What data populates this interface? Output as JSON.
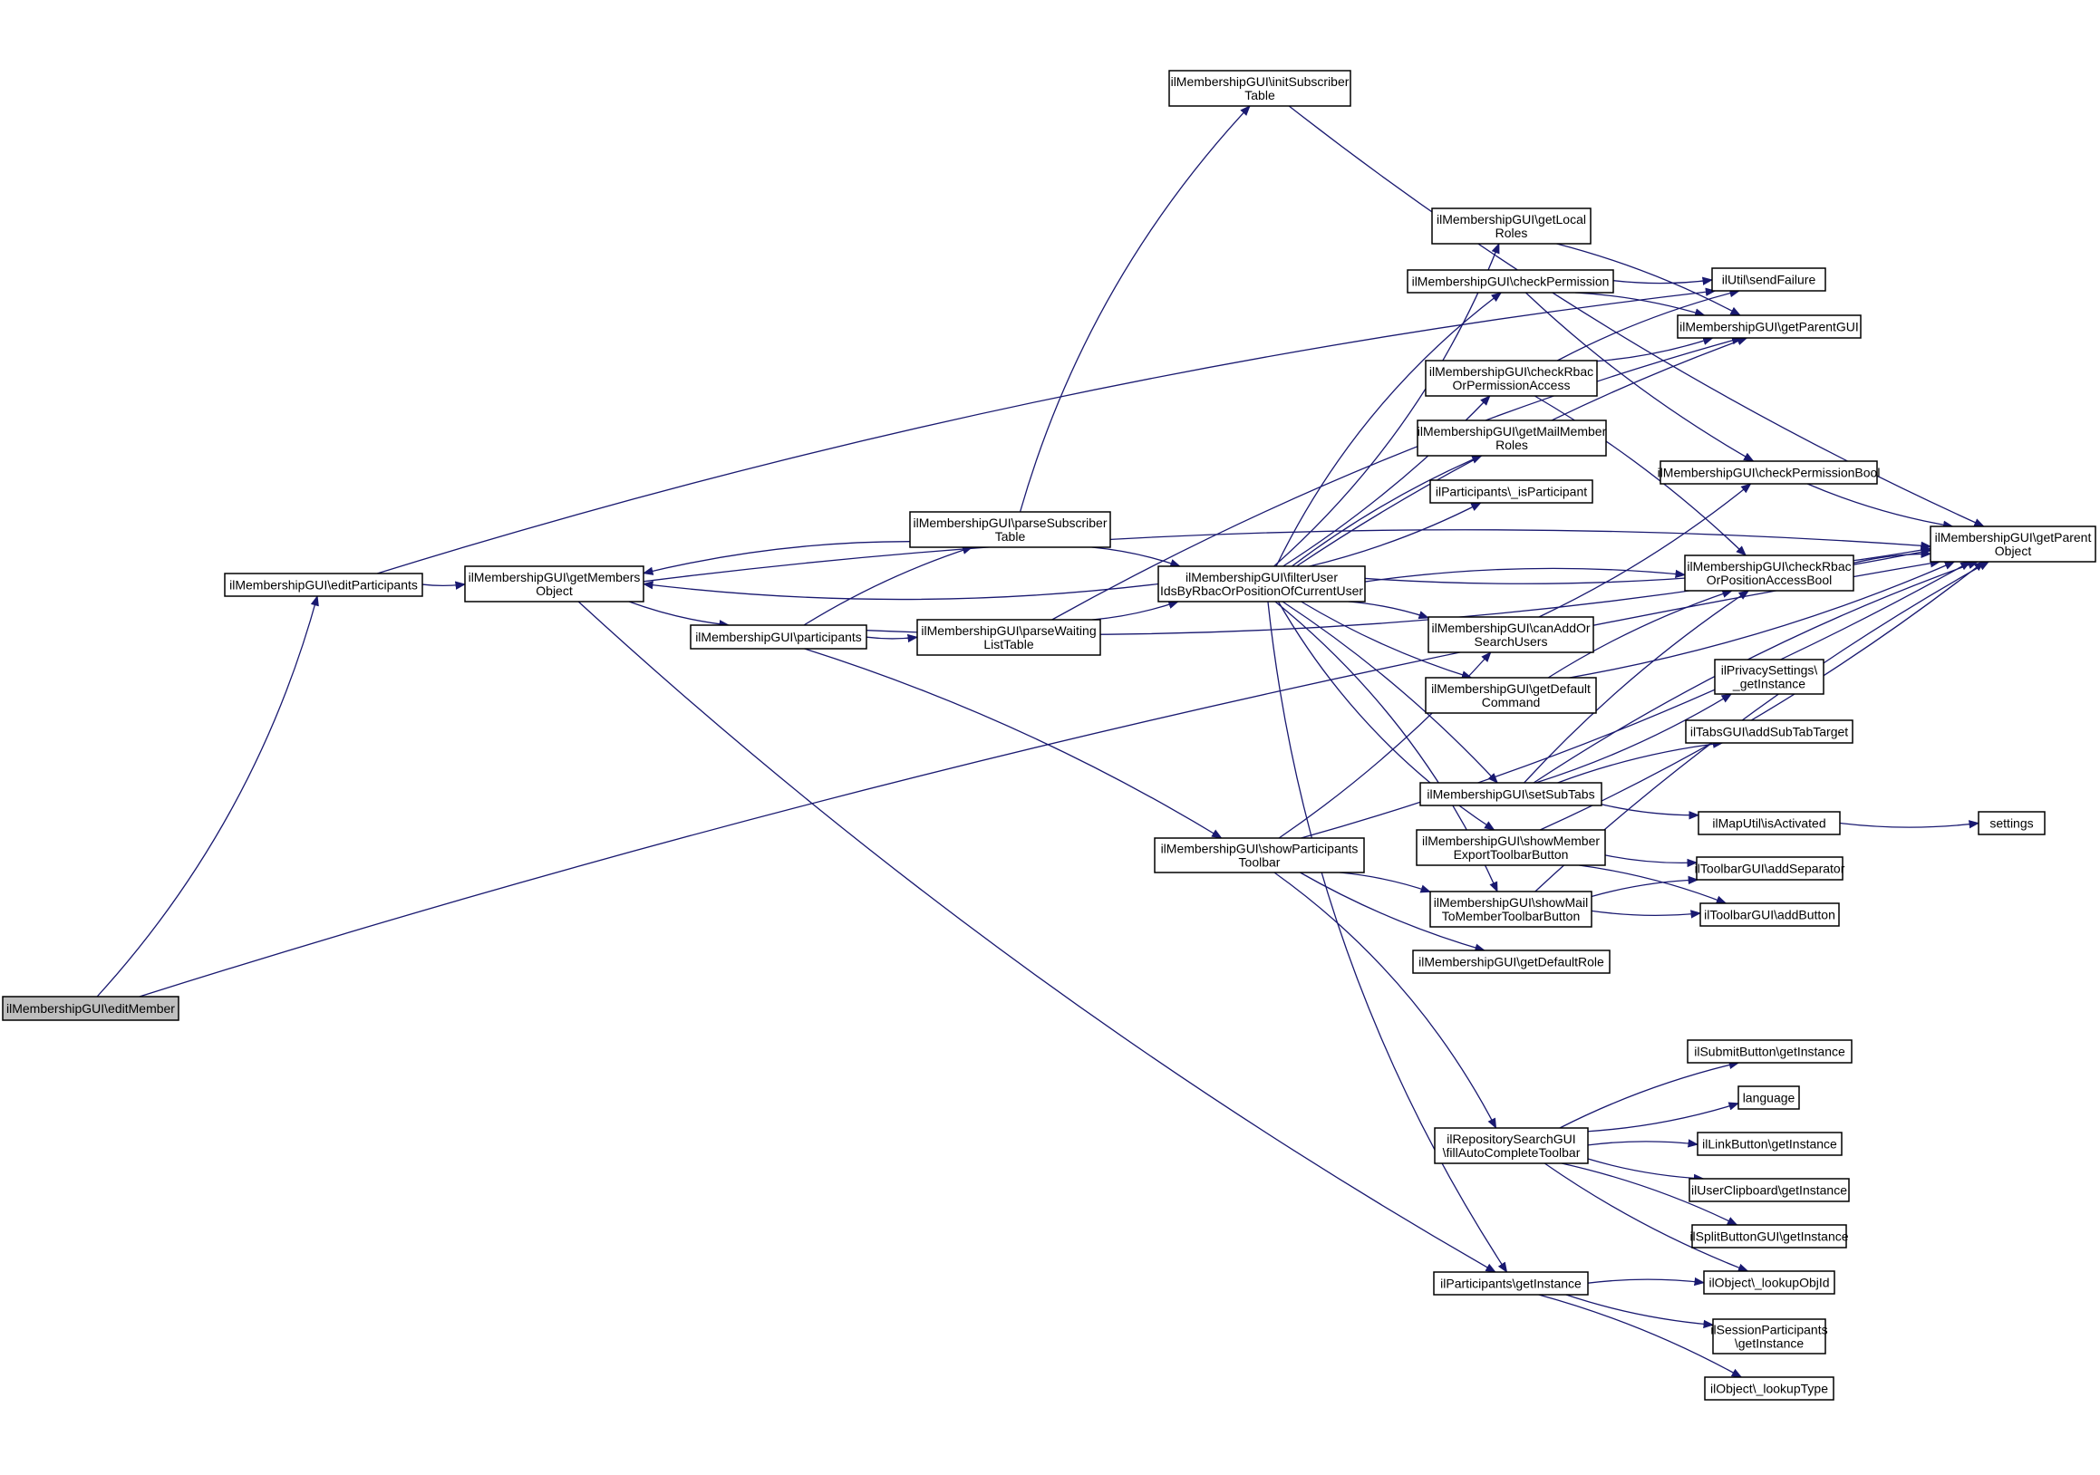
{
  "diagram": {
    "type": "call-graph",
    "nodes": [
      {
        "id": "editMember",
        "lines": [
          "ilMembershipGUI\\editMember"
        ],
        "root": true
      },
      {
        "id": "editParticipants",
        "lines": [
          "ilMembershipGUI\\editParticipants"
        ]
      },
      {
        "id": "getMembersObject",
        "lines": [
          "ilMembershipGUI\\getMembers",
          "Object"
        ]
      },
      {
        "id": "participants",
        "lines": [
          "ilMembershipGUI\\participants"
        ]
      },
      {
        "id": "parseSubscriberTable",
        "lines": [
          "ilMembershipGUI\\parseSubscriber",
          "Table"
        ]
      },
      {
        "id": "parseWaitingListTable",
        "lines": [
          "ilMembershipGUI\\parseWaiting",
          "ListTable"
        ]
      },
      {
        "id": "initSubscriberTable",
        "lines": [
          "ilMembershipGUI\\initSubscriber",
          "Table"
        ]
      },
      {
        "id": "filterUser",
        "lines": [
          "ilMembershipGUI\\filterUser",
          "IdsByRbacOrPositionOfCurrentUser"
        ]
      },
      {
        "id": "showParticipantsToolbar",
        "lines": [
          "ilMembershipGUI\\showParticipants",
          "Toolbar"
        ]
      },
      {
        "id": "getLocalRoles",
        "lines": [
          "ilMembershipGUI\\getLocal",
          "Roles"
        ]
      },
      {
        "id": "checkPermission",
        "lines": [
          "ilMembershipGUI\\checkPermission"
        ]
      },
      {
        "id": "checkRbacOrPermissionAccess",
        "lines": [
          "ilMembershipGUI\\checkRbac",
          "OrPermissionAccess"
        ]
      },
      {
        "id": "getMailMemberRoles",
        "lines": [
          "ilMembershipGUI\\getMailMember",
          "Roles"
        ]
      },
      {
        "id": "isParticipant",
        "lines": [
          "ilParticipants\\_isParticipant"
        ]
      },
      {
        "id": "canAddOrSearchUsers",
        "lines": [
          "ilMembershipGUI\\canAddOr",
          "SearchUsers"
        ]
      },
      {
        "id": "getDefaultCommand",
        "lines": [
          "ilMembershipGUI\\getDefault",
          "Command"
        ]
      },
      {
        "id": "setSubTabs",
        "lines": [
          "ilMembershipGUI\\setSubTabs"
        ]
      },
      {
        "id": "showMemberExportToolbarButton",
        "lines": [
          "ilMembershipGUI\\showMember",
          "ExportToolbarButton"
        ]
      },
      {
        "id": "showMailToMemberToolbarButton",
        "lines": [
          "ilMembershipGUI\\showMail",
          "ToMemberToolbarButton"
        ]
      },
      {
        "id": "getDefaultRole",
        "lines": [
          "ilMembershipGUI\\getDefaultRole"
        ]
      },
      {
        "id": "fillAutoCompleteToolbar",
        "lines": [
          "ilRepositorySearchGUI",
          "\\fillAutoCompleteToolbar"
        ]
      },
      {
        "id": "participantsGetInstance",
        "lines": [
          "ilParticipants\\getInstance"
        ]
      },
      {
        "id": "sendFailure",
        "lines": [
          "ilUtil\\sendFailure"
        ]
      },
      {
        "id": "getParentGUI",
        "lines": [
          "ilMembershipGUI\\getParentGUI"
        ]
      },
      {
        "id": "checkPermissionBool",
        "lines": [
          "ilMembershipGUI\\checkPermissionBool"
        ]
      },
      {
        "id": "checkRbacOrPositionAccessBool",
        "lines": [
          "ilMembershipGUI\\checkRbac",
          "OrPositionAccessBool"
        ]
      },
      {
        "id": "privacyGetInstance",
        "lines": [
          "ilPrivacySettings\\",
          "_getInstance"
        ]
      },
      {
        "id": "addSubTabTarget",
        "lines": [
          "ilTabsGUI\\addSubTabTarget"
        ]
      },
      {
        "id": "isActivated",
        "lines": [
          "ilMapUtil\\isActivated"
        ]
      },
      {
        "id": "addSeparator",
        "lines": [
          "ilToolbarGUI\\addSeparator"
        ]
      },
      {
        "id": "addButton",
        "lines": [
          "ilToolbarGUI\\addButton"
        ]
      },
      {
        "id": "submitButtonGetInstance",
        "lines": [
          "ilSubmitButton\\getInstance"
        ]
      },
      {
        "id": "language",
        "lines": [
          "language"
        ]
      },
      {
        "id": "linkButtonGetInstance",
        "lines": [
          "ilLinkButton\\getInstance"
        ]
      },
      {
        "id": "userClipboardGetInstance",
        "lines": [
          "ilUserClipboard\\getInstance"
        ]
      },
      {
        "id": "splitButtonGetInstance",
        "lines": [
          "ilSplitButtonGUI\\getInstance"
        ]
      },
      {
        "id": "lookupObjId",
        "lines": [
          "ilObject\\_lookupObjId"
        ]
      },
      {
        "id": "sessionParticipantsGetInstance",
        "lines": [
          "ilSessionParticipants",
          "\\getInstance"
        ]
      },
      {
        "id": "lookupType",
        "lines": [
          "ilObject\\_lookupType"
        ]
      },
      {
        "id": "getParentObject",
        "lines": [
          "ilMembershipGUI\\getParent",
          "Object"
        ]
      },
      {
        "id": "settings",
        "lines": [
          "settings"
        ]
      }
    ],
    "edges": [
      [
        "editMember",
        "editParticipants"
      ],
      [
        "editMember",
        "getParentObject"
      ],
      [
        "editParticipants",
        "getMembersObject"
      ],
      [
        "editParticipants",
        "sendFailure"
      ],
      [
        "getMembersObject",
        "participants"
      ],
      [
        "getMembersObject",
        "getParentObject"
      ],
      [
        "getMembersObject",
        "participantsGetInstance"
      ],
      [
        "participants",
        "parseSubscriberTable"
      ],
      [
        "participants",
        "parseWaitingListTable"
      ],
      [
        "participants",
        "showParticipantsToolbar"
      ],
      [
        "participants",
        "getParentObject"
      ],
      [
        "parseSubscriberTable",
        "initSubscriberTable"
      ],
      [
        "parseSubscriberTable",
        "getMembersObject"
      ],
      [
        "parseSubscriberTable",
        "filterUser"
      ],
      [
        "parseWaitingListTable",
        "filterUser"
      ],
      [
        "parseWaitingListTable",
        "getParentGUI"
      ],
      [
        "initSubscriberTable",
        "getParentObject"
      ],
      [
        "filterUser",
        "getMembersObject"
      ],
      [
        "filterUser",
        "getLocalRoles"
      ],
      [
        "filterUser",
        "checkPermission"
      ],
      [
        "filterUser",
        "checkRbacOrPermissionAccess"
      ],
      [
        "filterUser",
        "getMailMemberRoles"
      ],
      [
        "filterUser",
        "isParticipant"
      ],
      [
        "filterUser",
        "getParentGUI"
      ],
      [
        "filterUser",
        "getParentObject"
      ],
      [
        "filterUser",
        "canAddOrSearchUsers"
      ],
      [
        "filterUser",
        "getDefaultCommand"
      ],
      [
        "filterUser",
        "setSubTabs"
      ],
      [
        "filterUser",
        "showMemberExportToolbarButton"
      ],
      [
        "filterUser",
        "showMailToMemberToolbarButton"
      ],
      [
        "filterUser",
        "participantsGetInstance"
      ],
      [
        "filterUser",
        "checkRbacOrPositionAccessBool"
      ],
      [
        "showParticipantsToolbar",
        "canAddOrSearchUsers"
      ],
      [
        "showParticipantsToolbar",
        "showMailToMemberToolbarButton"
      ],
      [
        "showParticipantsToolbar",
        "getDefaultRole"
      ],
      [
        "showParticipantsToolbar",
        "fillAutoCompleteToolbar"
      ],
      [
        "showParticipantsToolbar",
        "getParentObject"
      ],
      [
        "getLocalRoles",
        "getParentGUI"
      ],
      [
        "checkPermission",
        "sendFailure"
      ],
      [
        "checkPermission",
        "getParentGUI"
      ],
      [
        "checkPermission",
        "checkPermissionBool"
      ],
      [
        "checkRbacOrPermissionAccess",
        "sendFailure"
      ],
      [
        "checkRbacOrPermissionAccess",
        "getParentGUI"
      ],
      [
        "checkRbacOrPermissionAccess",
        "checkRbacOrPositionAccessBool"
      ],
      [
        "canAddOrSearchUsers",
        "checkPermissionBool"
      ],
      [
        "getDefaultCommand",
        "checkRbacOrPositionAccessBool"
      ],
      [
        "getDefaultCommand",
        "getParentObject"
      ],
      [
        "setSubTabs",
        "checkRbacOrPositionAccessBool"
      ],
      [
        "setSubTabs",
        "privacyGetInstance"
      ],
      [
        "setSubTabs",
        "addSubTabTarget"
      ],
      [
        "setSubTabs",
        "isActivated"
      ],
      [
        "setSubTabs",
        "getParentObject"
      ],
      [
        "showMemberExportToolbarButton",
        "addSeparator"
      ],
      [
        "showMemberExportToolbarButton",
        "addButton"
      ],
      [
        "showMemberExportToolbarButton",
        "getParentObject"
      ],
      [
        "showMailToMemberToolbarButton",
        "addSeparator"
      ],
      [
        "showMailToMemberToolbarButton",
        "addButton"
      ],
      [
        "showMailToMemberToolbarButton",
        "getParentObject"
      ],
      [
        "checkPermissionBool",
        "getParentObject"
      ],
      [
        "checkRbacOrPositionAccessBool",
        "getParentObject"
      ],
      [
        "isActivated",
        "settings"
      ],
      [
        "fillAutoCompleteToolbar",
        "submitButtonGetInstance"
      ],
      [
        "fillAutoCompleteToolbar",
        "language"
      ],
      [
        "fillAutoCompleteToolbar",
        "linkButtonGetInstance"
      ],
      [
        "fillAutoCompleteToolbar",
        "userClipboardGetInstance"
      ],
      [
        "fillAutoCompleteToolbar",
        "splitButtonGetInstance"
      ],
      [
        "fillAutoCompleteToolbar",
        "lookupObjId"
      ],
      [
        "participantsGetInstance",
        "lookupObjId"
      ],
      [
        "participantsGetInstance",
        "sessionParticipantsGetInstance"
      ],
      [
        "participantsGetInstance",
        "lookupType"
      ]
    ]
  }
}
